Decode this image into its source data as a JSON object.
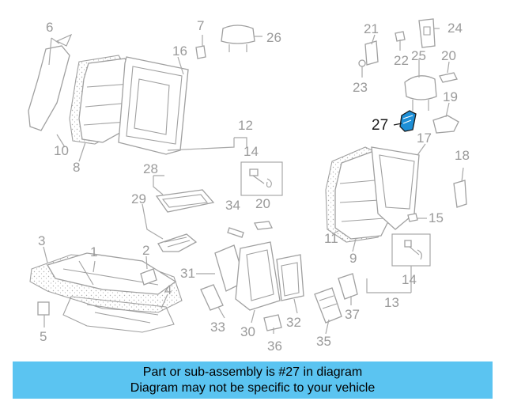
{
  "callouts": {
    "c1": "1",
    "c2": "2",
    "c3": "3",
    "c4": "4",
    "c5": "5",
    "c6": "6",
    "c7": "7",
    "c8": "8",
    "c9": "9",
    "c10": "10",
    "c11": "11",
    "c12": "12",
    "c13": "13",
    "c14a": "14",
    "c14b": "14",
    "c15": "15",
    "c16": "16",
    "c17": "17",
    "c18": "18",
    "c19": "19",
    "c20a": "20",
    "c20b": "20",
    "c21": "21",
    "c22": "22",
    "c23": "23",
    "c24": "24",
    "c25": "25",
    "c26": "26",
    "c27": "27",
    "c28": "28",
    "c29": "29",
    "c30": "30",
    "c31": "31",
    "c32": "32",
    "c33": "33",
    "c34": "34",
    "c35": "35",
    "c36": "36",
    "c37": "37"
  },
  "highlight_callout": "27",
  "colors": {
    "banner": "#5bc4f1",
    "line_art": "#a0a0a0",
    "highlight": "#1a1a1a"
  },
  "banner": {
    "line1": "Part or sub-assembly is #27 in diagram",
    "line2": "Diagram may not be specific to your vehicle"
  }
}
